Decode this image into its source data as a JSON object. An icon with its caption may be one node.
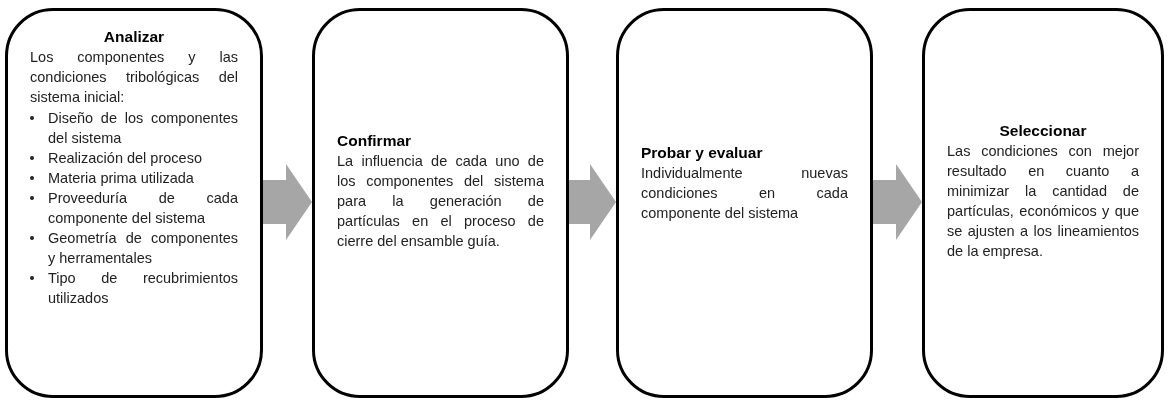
{
  "diagram": {
    "nodes": [
      {
        "text": [
          "Analizar",
          "Los componentes y las condiciones tribológicas del sistema inicial:",
          "Diseño de los componentes del sistema",
          "Realización del proceso",
          "Materia prima utilizada",
          "Proveeduría de cada componente del sistema",
          "Geometría de componentes y herramentales",
          "Tipo de recubrimientos utilizados"
        ]
      },
      {
        "text": [
          "Confirmar",
          "La influencia de cada uno de los componentes del sistema para la generación de partículas en el proceso de cierre del ensamble guía."
        ]
      },
      {
        "text": [
          "Probar y evaluar",
          "Individualmente nuevas condiciones en cada componente del sistema"
        ]
      },
      {
        "text": [
          "Seleccionar",
          "Las condiciones con mejor resultado en cuanto a minimizar la cantidad de partículas, económicos y que se ajusten a los lineamientos de la empresa."
        ]
      }
    ],
    "edges": [
      {
        "from": 0,
        "to": 1,
        "arrow": "to"
      },
      {
        "from": 1,
        "to": 2,
        "arrow": "to"
      },
      {
        "from": 2,
        "to": 3,
        "arrow": "to"
      }
    ]
  }
}
